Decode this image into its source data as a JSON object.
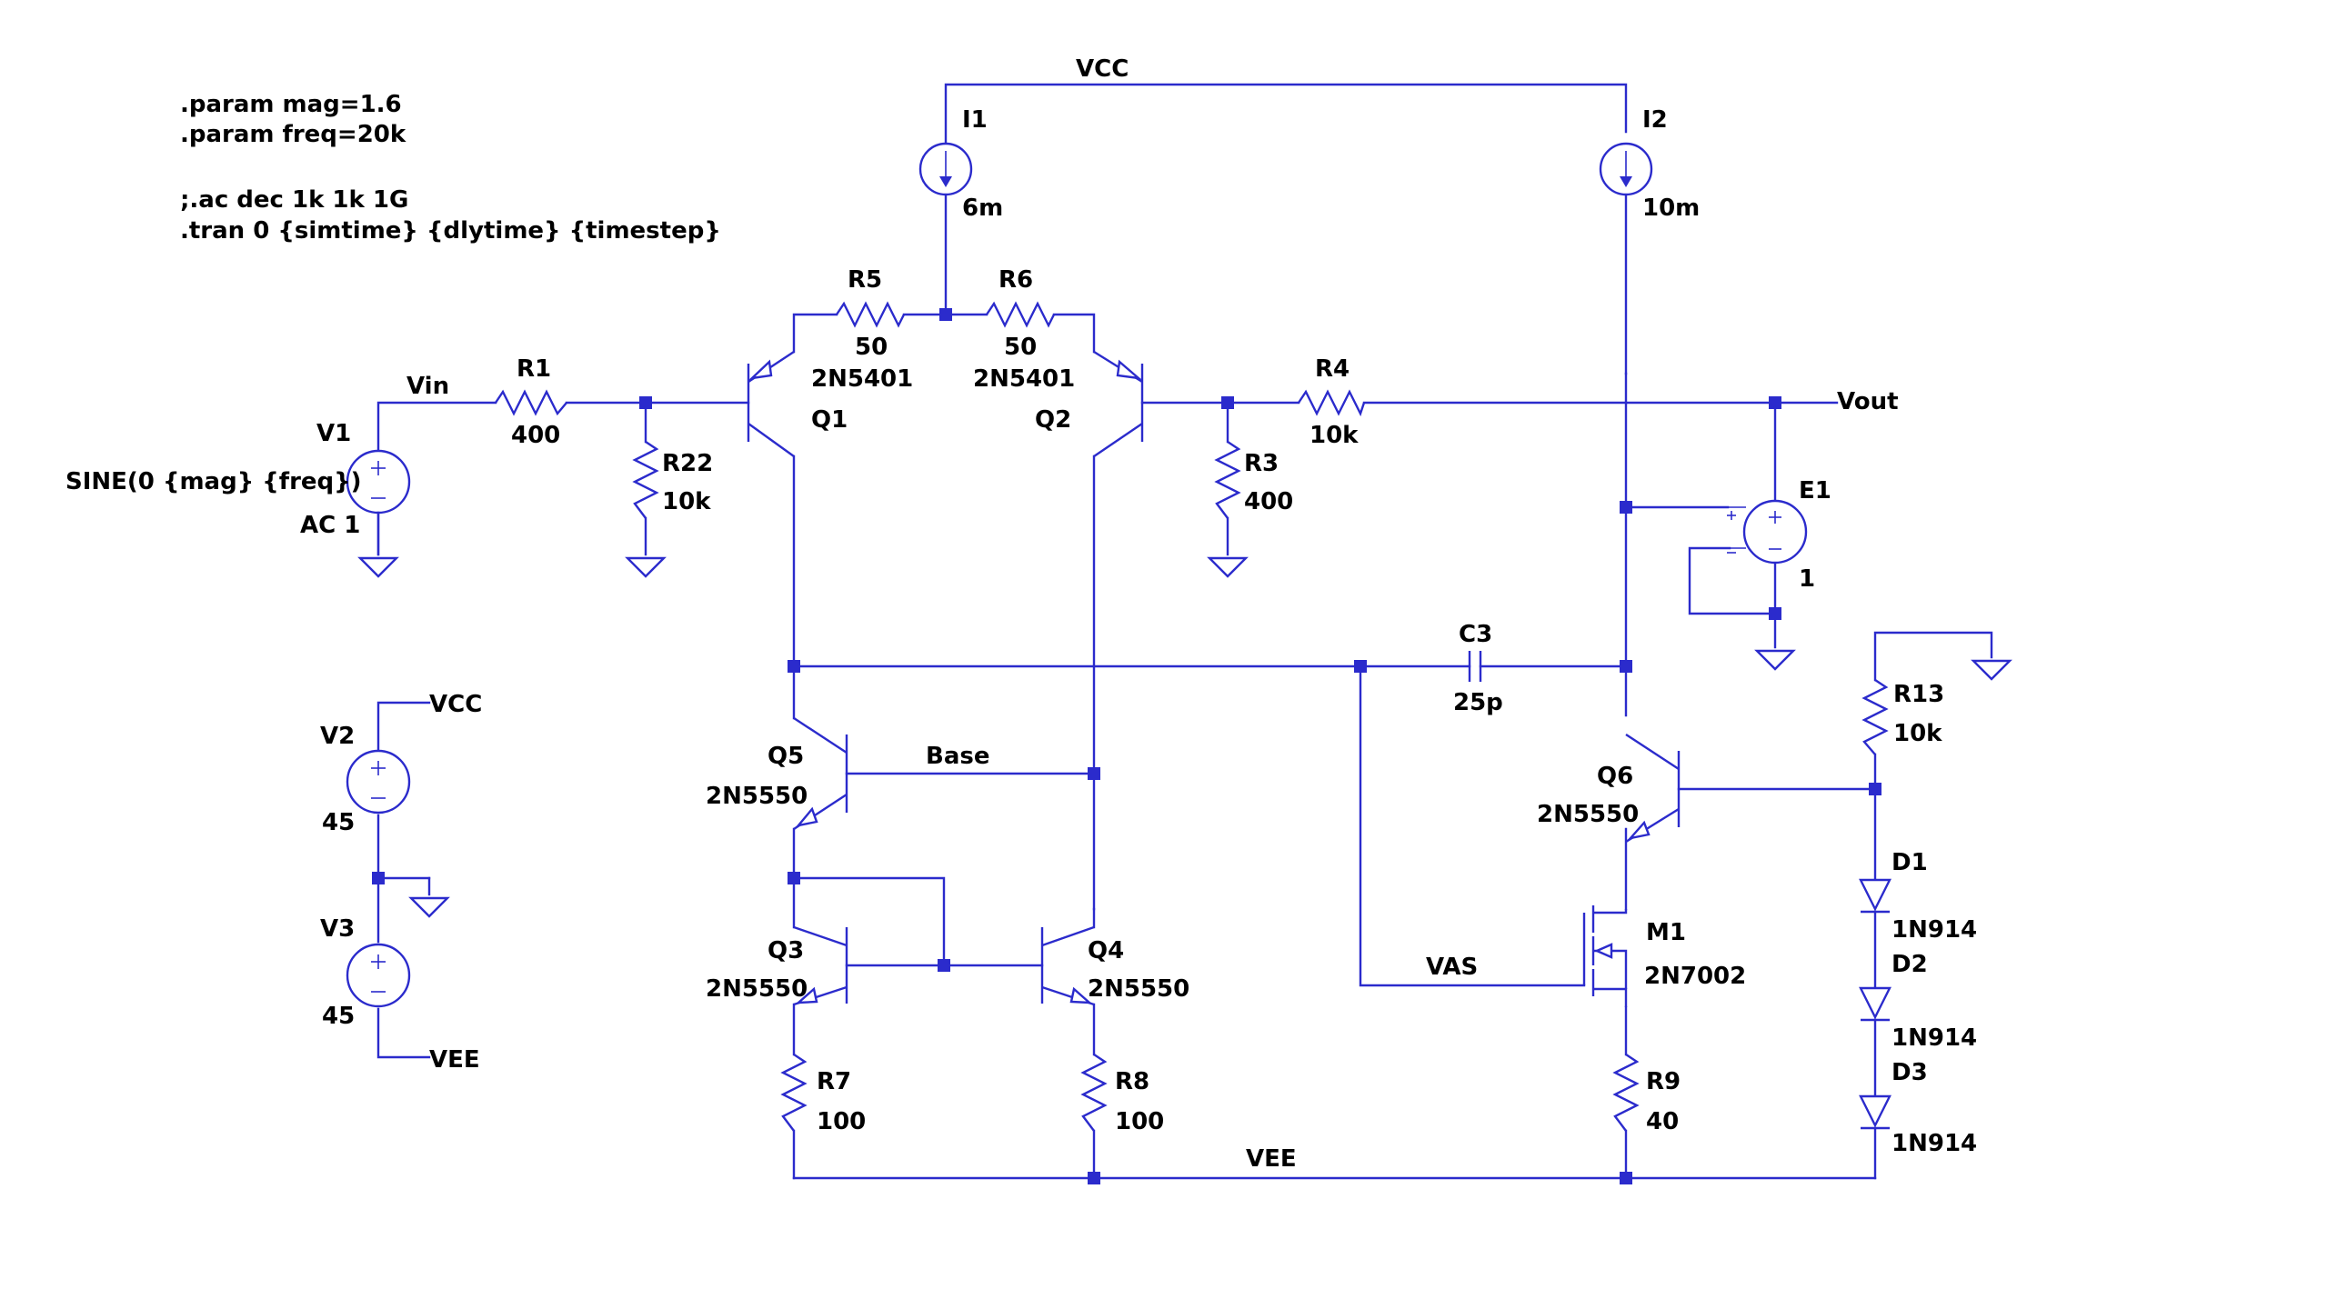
{
  "colors": {
    "wire": "#2b2bcc",
    "junction": "#2b2bcc",
    "text": "#000000",
    "background": "#ffffff"
  },
  "directives": [
    ".param mag=1.6",
    ".param freq=20k",
    ";.ac dec 1k 1k 1G",
    ".tran 0 {simtime} {dlytime} {timestep}"
  ],
  "nets": {
    "vcc": "VCC",
    "vee": "VEE",
    "vin": "Vin",
    "vout": "Vout",
    "base": "Base",
    "vas": "VAS"
  },
  "components": {
    "I1": {
      "name": "I1",
      "value": "6m"
    },
    "I2": {
      "name": "I2",
      "value": "10m"
    },
    "R1": {
      "name": "R1",
      "value": "400"
    },
    "R22": {
      "name": "R22",
      "value": "10k"
    },
    "R5": {
      "name": "R5",
      "value": "50"
    },
    "R6": {
      "name": "R6",
      "value": "50"
    },
    "R4": {
      "name": "R4",
      "value": "10k"
    },
    "R3": {
      "name": "R3",
      "value": "400"
    },
    "R13": {
      "name": "R13",
      "value": "10k"
    },
    "R7": {
      "name": "R7",
      "value": "100"
    },
    "R8": {
      "name": "R8",
      "value": "100"
    },
    "R9": {
      "name": "R9",
      "value": "40"
    },
    "C3": {
      "name": "C3",
      "value": "25p"
    },
    "Q1": {
      "name": "Q1",
      "model": "2N5401"
    },
    "Q2": {
      "name": "Q2",
      "model": "2N5401"
    },
    "Q3": {
      "name": "Q3",
      "model": "2N5550"
    },
    "Q4": {
      "name": "Q4",
      "model": "2N5550"
    },
    "Q5": {
      "name": "Q5",
      "model": "2N5550"
    },
    "Q6": {
      "name": "Q6",
      "model": "2N5550"
    },
    "M1": {
      "name": "M1",
      "model": "2N7002"
    },
    "D1": {
      "name": "D1",
      "model": "1N914"
    },
    "D2": {
      "name": "D2",
      "model": "1N914"
    },
    "D3": {
      "name": "D3",
      "model": "1N914"
    },
    "E1": {
      "name": "E1",
      "value": "1"
    },
    "V1": {
      "name": "V1",
      "value": "SINE(0 {mag} {freq})",
      "ac": "AC 1"
    },
    "V2": {
      "name": "V2",
      "value": "45"
    },
    "V3": {
      "name": "V3",
      "value": "45"
    }
  }
}
